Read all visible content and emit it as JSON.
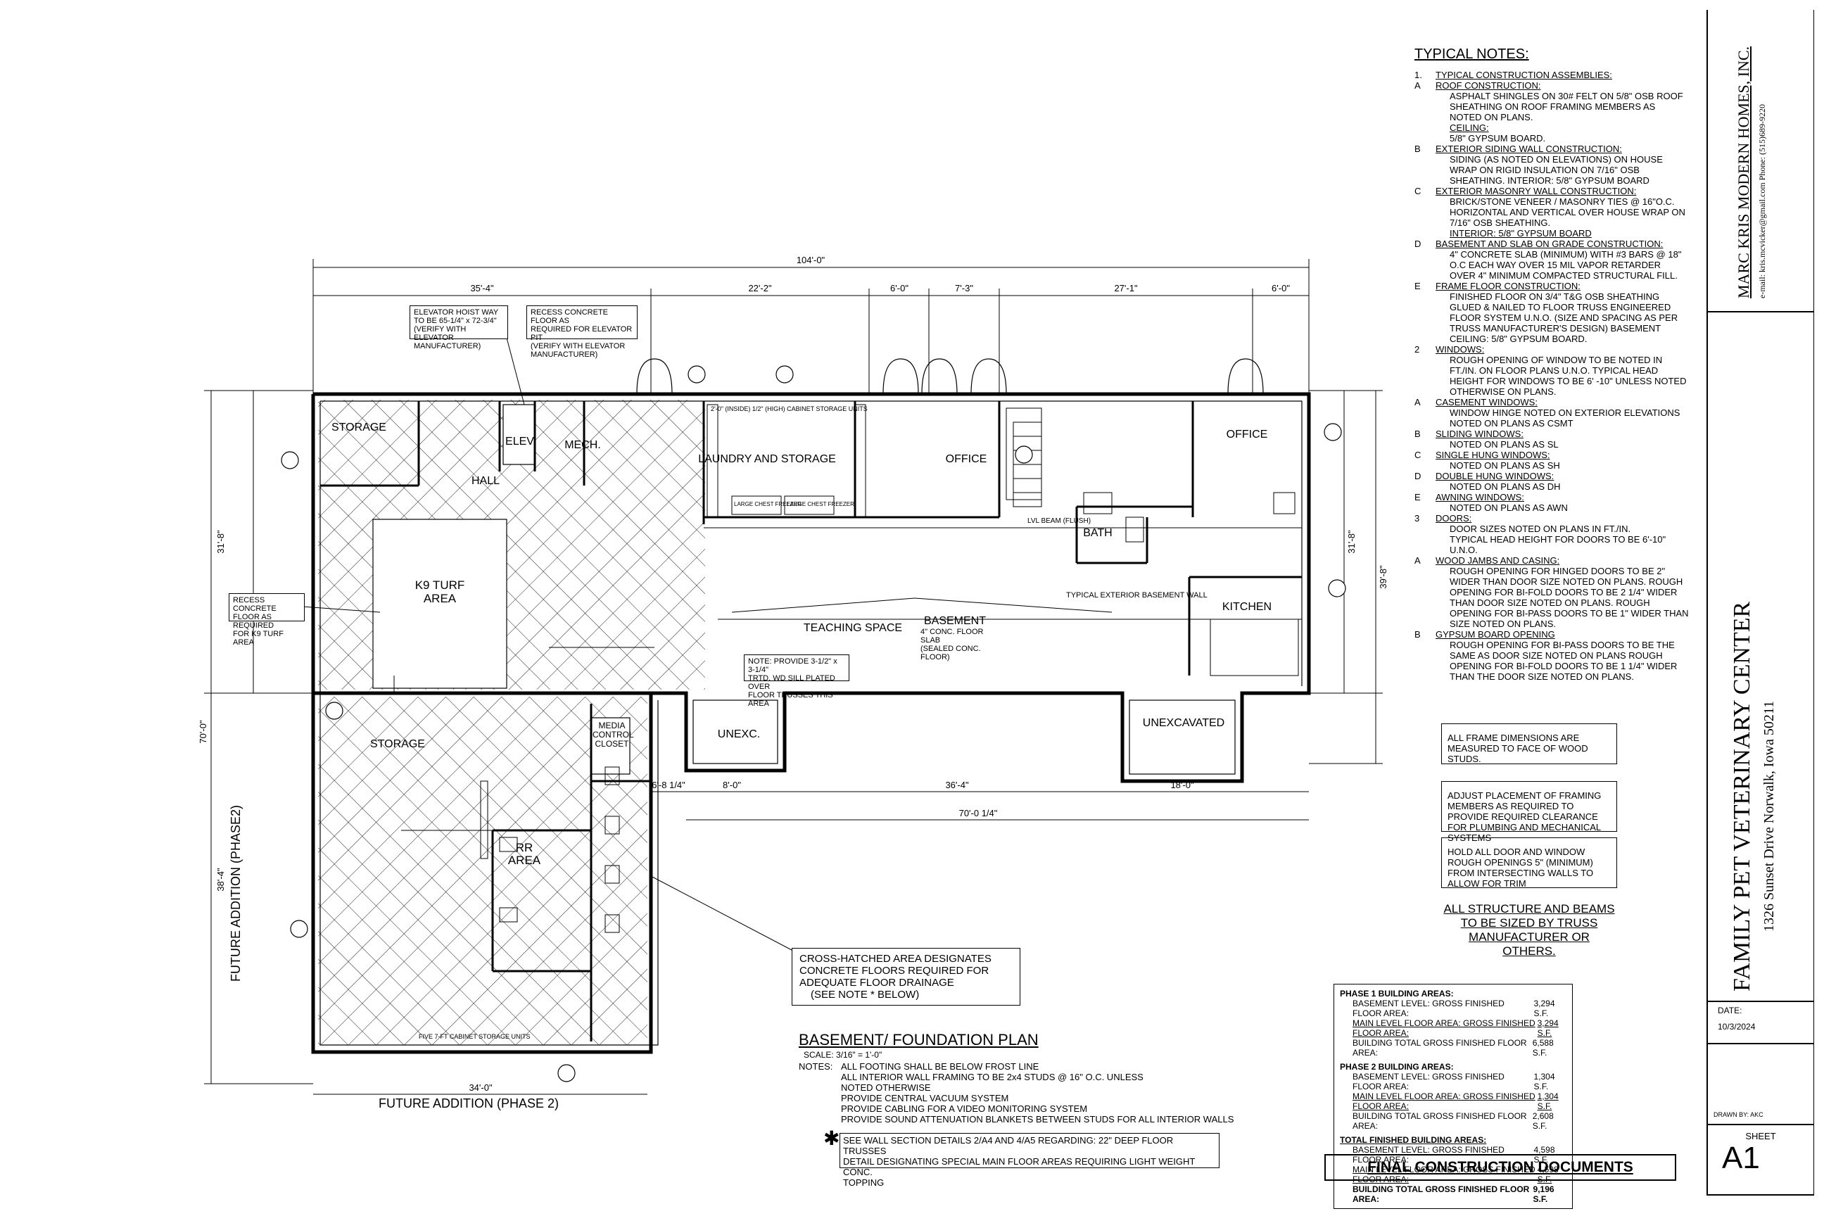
{
  "plan": {
    "title": "BASEMENT/ FOUNDATION PLAN",
    "scale": "SCALE: 3/16\" = 1'-0\"",
    "notes_label": "NOTES:",
    "notes": [
      "ALL FOOTING SHALL BE BELOW FROST LINE",
      "ALL INTERIOR WALL FRAMING TO BE 2x4 STUDS @ 16\" O.C. UNLESS",
      "NOTED OTHERWISE",
      "PROVIDE CENTRAL VACUUM SYSTEM",
      "PROVIDE CABLING FOR A VIDEO MONITORING SYSTEM",
      "PROVIDE SOUND ATTENUATION BLANKETS BETWEEN STUDS FOR ALL INTERIOR WALLS"
    ],
    "star_note": [
      "SEE WALL SECTION DETAILS 2/A4 AND 4/A5 REGARDING: 22\" DEEP FLOOR TRUSSES",
      "DETAIL DESIGNATING SPECIAL MAIN FLOOR AREAS REQUIRING LIGHT WEIGHT CONC.",
      "TOPPING"
    ],
    "crosshatch_note": [
      "CROSS-HATCHED AREA DESIGNATES",
      "CONCRETE FLOORS REQUIRED FOR",
      "ADEQUATE FLOOR DRAINAGE",
      "(SEE NOTE * BELOW)"
    ],
    "future_addition_bottom": "FUTURE ADDITION (PHASE 2)",
    "future_addition_side": "FUTURE ADDITION (PHASE2)",
    "rooms": {
      "storage_nw": "STORAGE",
      "elev": "ELEV.",
      "mech": "MECH.",
      "hall": "HALL",
      "laundry": "LAUNDRY AND STORAGE",
      "office1": "OFFICE",
      "office2": "OFFICE",
      "k9": "K9 TURF\nAREA",
      "teaching": "TEACHING SPACE",
      "basement": "BASEMENT",
      "bath": "BATH",
      "kitchen": "KITCHEN",
      "unexc1": "UNEXC.",
      "unexc2": "UNEXCAVATED",
      "storage_s": "STORAGE",
      "media": "MEDIA\nCONTROL\nCLOSET",
      "rr": "RR\nAREA"
    },
    "dims": {
      "total": "104'-0\"",
      "d1": "35'-4\"",
      "d2": "22'-2\"",
      "d3": "6'-0\"",
      "d4": "7'-3\"",
      "d5": "27'-1\"",
      "d6": "6'-0\"",
      "left_v": "31'-8\"",
      "right_v": "31'-8\"",
      "right_v2": "39'-8\"",
      "bottom_w": "34'-0\"",
      "phase2_v": "70'-0\"",
      "phase2_v2": "38'-4\"",
      "mid_w": "36'-4\"",
      "mid_w2": "70'-0 1/4\"",
      "mid_w3": "18'-0\"",
      "mid_w4": "6'-8 1/4\"",
      "mid_w5": "8'-0\""
    },
    "callouts": {
      "elevator_hoist": [
        "ELEVATOR HOIST WAY",
        "TO BE 65-1/4\" x 72-3/4\"",
        "(VERIFY WITH ELEVATOR",
        "MANUFACTURER)"
      ],
      "recess_elev": [
        "RECESS CONCRETE FLOOR AS",
        "REQUIRED FOR ELEVATOR PIT",
        "(VERIFY WITH ELEVATOR",
        "MANUFACTURER)"
      ],
      "recess_k9": [
        "RECESS CONCRETE",
        "FLOOR AS REQUIRED",
        "FOR K9 TURF AREA"
      ],
      "note_3_5": [
        "NOTE: PROVIDE 3-1/2\" x 3-1/4\"",
        "TRTD. WD SILL PLATED OVER",
        "FLOOR TRUSSES THIS AREA"
      ],
      "basement_slab": [
        "4\" CONC. FLOOR SLAB",
        "(SEALED CONC. FLOOR)"
      ],
      "typ_ext_wall": "TYPICAL EXTERIOR BASEMENT WALL",
      "freezer1": "LARGE CHEST FREEZER",
      "freezer2": "LARGE CHEST FREEZER",
      "cabinet_top": "2'-0\" (INSIDE)  1/2\" (HIGH) CABINET STORAGE UNITS",
      "cabinet_bottom": "FIVE 7-FT CABINET STORAGE UNITS",
      "beam_s": "LVL BEAM (FLUSH)"
    }
  },
  "typical_notes": {
    "title": "TYPICAL NOTES:",
    "items": [
      {
        "k": "1.",
        "v": "TYPICAL CONSTRUCTION ASSEMBLIES:",
        "u": true
      },
      {
        "k": "A",
        "v": "ROOF CONSTRUCTION:",
        "u": true
      },
      {
        "k": "",
        "v": "ASPHALT SHINGLES ON 30# FELT ON 5/8\" OSB ROOF SHEATHING ON ROOF FRAMING MEMBERS AS NOTED ON PLANS."
      },
      {
        "k": "",
        "v": "CEILING:",
        "u": true
      },
      {
        "k": "",
        "v": "5/8\" GYPSUM BOARD."
      },
      {
        "k": "B",
        "v": "EXTERIOR SIDING WALL CONSTRUCTION:",
        "u": true
      },
      {
        "k": "",
        "v": "SIDING (AS NOTED ON ELEVATIONS) ON HOUSE WRAP ON RIGID INSULATION ON 7/16\" OSB SHEATHING. INTERIOR: 5/8\" GYPSUM BOARD"
      },
      {
        "k": "C",
        "v": "EXTERIOR MASONRY WALL CONSTRUCTION:",
        "u": true
      },
      {
        "k": "",
        "v": "BRICK/STONE VENEER / MASONRY TIES @ 16\"O.C. HORIZONTAL AND VERTICAL OVER HOUSE WRAP ON 7/16\" OSB SHEATHING."
      },
      {
        "k": "",
        "v": "INTERIOR: 5/8\" GYPSUM BOARD",
        "u": true
      },
      {
        "k": "D",
        "v": "BASEMENT AND SLAB ON GRADE CONSTRUCTION:",
        "u": true
      },
      {
        "k": "",
        "v": "4\" CONCRETE SLAB (MINIMUM) WITH #3 BARS @ 18\" O.C EACH WAY OVER 15 MIL VAPOR RETARDER OVER 4\" MINIMUM COMPACTED STRUCTURAL FILL."
      },
      {
        "k": "E",
        "v": "FRAME FLOOR CONSTRUCTION:",
        "u": true
      },
      {
        "k": "",
        "v": "FINISHED FLOOR ON 3/4\" T&G OSB SHEATHING GLUED & NAILED TO FLOOR TRUSS ENGINEERED FLOOR SYSTEM U.N.O. (SIZE AND SPACING AS PER TRUSS MANUFACTURER'S DESIGN) BASEMENT CEILING: 5/8\" GYPSUM BOARD."
      },
      {
        "k": "2",
        "v": "WINDOWS:",
        "u": true
      },
      {
        "k": "",
        "v": "ROUGH OPENING OF WINDOW TO BE NOTED IN FT./IN. ON FLOOR PLANS U.N.O. TYPICAL HEAD HEIGHT FOR WINDOWS TO BE 6' -10\" UNLESS NOTED OTHERWISE ON PLANS."
      },
      {
        "k": "A",
        "v": "CASEMENT WINDOWS:",
        "u": true
      },
      {
        "k": "",
        "v": "WINDOW HINGE NOTED ON EXTERIOR ELEVATIONS"
      },
      {
        "k": "",
        "v": "NOTED ON PLANS AS CSMT"
      },
      {
        "k": "B",
        "v": "SLIDING WINDOWS:",
        "u": true
      },
      {
        "k": "",
        "v": "NOTED ON PLANS AS SL"
      },
      {
        "k": "C",
        "v": "SINGLE HUNG WINDOWS:",
        "u": true
      },
      {
        "k": "",
        "v": "NOTED ON PLANS AS SH"
      },
      {
        "k": "D",
        "v": "DOUBLE HUNG WINDOWS:",
        "u": true
      },
      {
        "k": "",
        "v": "NOTED ON PLANS AS DH"
      },
      {
        "k": "E",
        "v": "AWNING WINDOWS:",
        "u": true
      },
      {
        "k": "",
        "v": "NOTED ON PLANS AS AWN"
      },
      {
        "k": "3",
        "v": "DOORS:",
        "u": true
      },
      {
        "k": "",
        "v": "DOOR SIZES NOTED ON PLANS IN FT./IN."
      },
      {
        "k": "",
        "v": "TYPICAL HEAD HEIGHT FOR DOORS TO BE 6'-10\"  U.N.O."
      },
      {
        "k": "A",
        "v": "WOOD JAMBS AND CASING:",
        "u": true
      },
      {
        "k": "",
        "v": "ROUGH OPENING FOR HINGED DOORS TO BE 2\" WIDER THAN DOOR SIZE NOTED ON PLANS. ROUGH OPENING FOR BI-FOLD DOORS TO BE 2 1/4\" WIDER THAN DOOR SIZE NOTED ON PLANS. ROUGH OPENING FOR BI-PASS DOORS TO BE 1\" WIDER THAN SIZE NOTED ON PLANS."
      },
      {
        "k": "B",
        "v": "GYPSUM BOARD OPENING",
        "u": true
      },
      {
        "k": "",
        "v": "ROUGH OPENING FOR BI-PASS DOORS TO BE THE SAME AS DOOR SIZE NOTED ON PLANS ROUGH OPENING FOR BI-FOLD DOORS TO BE 1 1/4\" WIDER THAN THE DOOR SIZE NOTED ON PLANS."
      }
    ]
  },
  "side_notes": {
    "n1": "ALL FRAME DIMENSIONS ARE MEASURED TO FACE OF WOOD STUDS.",
    "n2": "ADJUST PLACEMENT OF FRAMING MEMBERS AS REQUIRED TO PROVIDE REQUIRED CLEARANCE FOR PLUMBING AND MECHANICAL SYSTEMS",
    "n3": "HOLD ALL DOOR AND WINDOW ROUGH OPENINGS 5\" (MINIMUM) FROM INTERSECTING WALLS TO ALLOW FOR TRIM",
    "structure": [
      "ALL STRUCTURE AND BEAMS",
      "TO BE SIZED BY TRUSS",
      "MANUFACTURER OR OTHERS."
    ]
  },
  "areas": {
    "p1_title": "PHASE 1 BUILDING AREAS:",
    "p1": [
      {
        "label": "BASEMENT LEVEL: GROSS FINISHED FLOOR AREA:",
        "value": "3,294 S.F."
      },
      {
        "label": "MAIN LEVEL FLOOR AREA:  GROSS FINISHED FLOOR AREA:",
        "value": "3,294 S.F."
      },
      {
        "label": "BUILDING TOTAL GROSS FINISHED FLOOR AREA:",
        "value": "6,588 S.F."
      }
    ],
    "p2_title": "PHASE 2 BUILDING AREAS:",
    "p2": [
      {
        "label": "BASEMENT LEVEL: GROSS FINISHED FLOOR AREA:",
        "value": "1,304 S.F."
      },
      {
        "label": "MAIN LEVEL FLOOR AREA:  GROSS FINISHED FLOOR AREA:",
        "value": "1,304 S.F."
      },
      {
        "label": "BUILDING TOTAL GROSS FINISHED FLOOR AREA:",
        "value": "2,608 S.F."
      }
    ],
    "t_title": "TOTAL FINISHED BUILDING AREAS:",
    "t": [
      {
        "label": "BASEMENT LEVEL: GROSS FINISHED FLOOR AREA:",
        "value": "4,598 S.F."
      },
      {
        "label": "MAIN LEVEL FLOOR AREA:  GROSS FINISHED FLOOR AREA:",
        "value": "4,598 S.F."
      },
      {
        "label": "BUILDING TOTAL GROSS FINISHED FLOOR AREA:",
        "value": "9,196 S.F."
      }
    ]
  },
  "final": "FINAL CONSTRUCTION DOCUMENTS",
  "title_block": {
    "firm": "MARC KRIS MODERN HOMES, INC.",
    "contact": "e-mail: kris.mcvicker@gmail.com     Phone: (515)689-9220",
    "project": "FAMILY PET VETERINARY CENTER",
    "address": "1326 Sunset Drive     Norwalk, Iowa  50211",
    "date_label": "DATE:",
    "date": "10/3/2024",
    "drawn_by": "DRAWN BY: AKC",
    "sheet_label": "SHEET",
    "sheet": "A1"
  }
}
